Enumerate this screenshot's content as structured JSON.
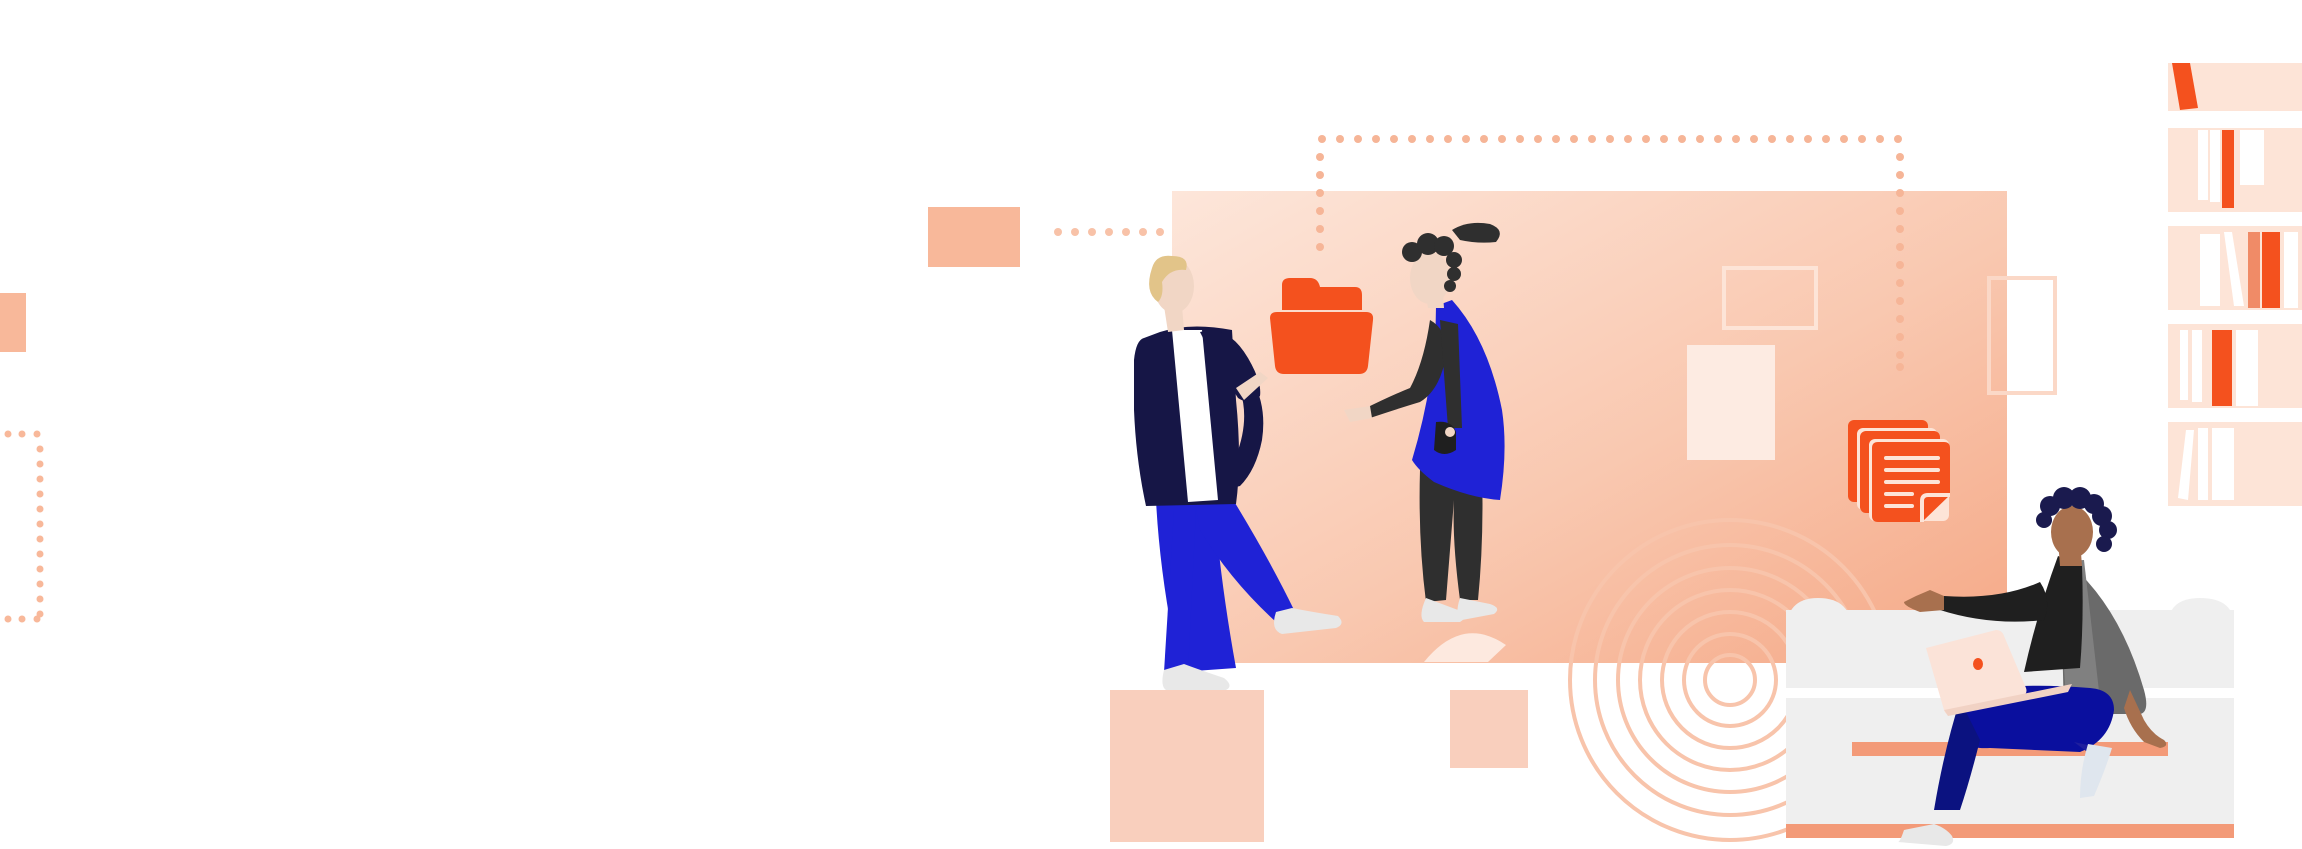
{
  "illustration": {
    "subject": "people-collaborating-with-files",
    "palette": {
      "accent": "#f4511e",
      "peach_light": "#fbd3c1",
      "peach": "#f8b89a",
      "peach_deep": "#f39a78",
      "navy": "#1a1a4e",
      "royal_blue": "#1f22d6",
      "dark_gray": "#2f2f2f",
      "sofa_gray": "#efefef",
      "skin_light": "#f1d6c5",
      "skin_dark": "#a8704e",
      "hair_blonde": "#e2c489",
      "white": "#ffffff"
    },
    "icons": [
      "folder-icon",
      "documents-icon",
      "laptop-icon"
    ],
    "figures": [
      "person-blonde-standing",
      "person-blue-top-standing",
      "person-sitting-with-laptop"
    ]
  }
}
